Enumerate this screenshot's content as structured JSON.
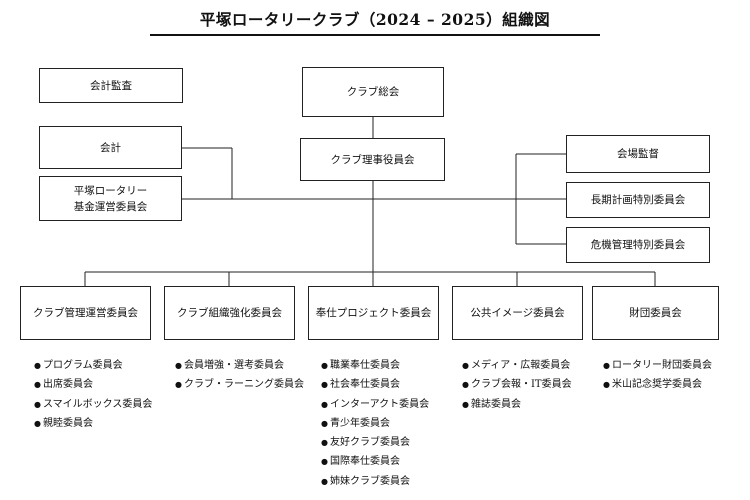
{
  "title": "平塚ロータリークラブ（2024 – 2025）組織図",
  "boxes": {
    "audit": "会計監査",
    "general_assembly": "クラブ総会",
    "accounting": "会計",
    "board": "クラブ理事役員会",
    "fund_line1": "平塚ロータリー",
    "fund_line2": "基金運営委員会",
    "venue": "会場監督",
    "longterm": "長期計画特別委員会",
    "crisis": "危機管理特別委員会"
  },
  "committees": [
    {
      "name": "クラブ管理運営委員会",
      "items": [
        "プログラム委員会",
        "出席委員会",
        "スマイルボックス委員会",
        "親睦委員会"
      ]
    },
    {
      "name": "クラブ組織強化委員会",
      "items": [
        "会員増強・選考委員会",
        "クラブ・ラーニング委員会"
      ]
    },
    {
      "name": "奉仕プロジェクト委員会",
      "items": [
        "職業奉仕委員会",
        "社会奉仕委員会",
        "インターアクト委員会",
        "青少年委員会",
        "友好クラブ委員会",
        "国際奉仕委員会",
        "姉妹クラブ委員会"
      ]
    },
    {
      "name": "公共イメージ委員会",
      "items": [
        "メディア・広報委員会",
        "クラブ会報・IT委員会",
        "雑誌委員会"
      ]
    },
    {
      "name": "財団委員会",
      "items": [
        "ロータリー財団委員会",
        "米山記念奨学委員会"
      ]
    }
  ],
  "bullet": "●"
}
